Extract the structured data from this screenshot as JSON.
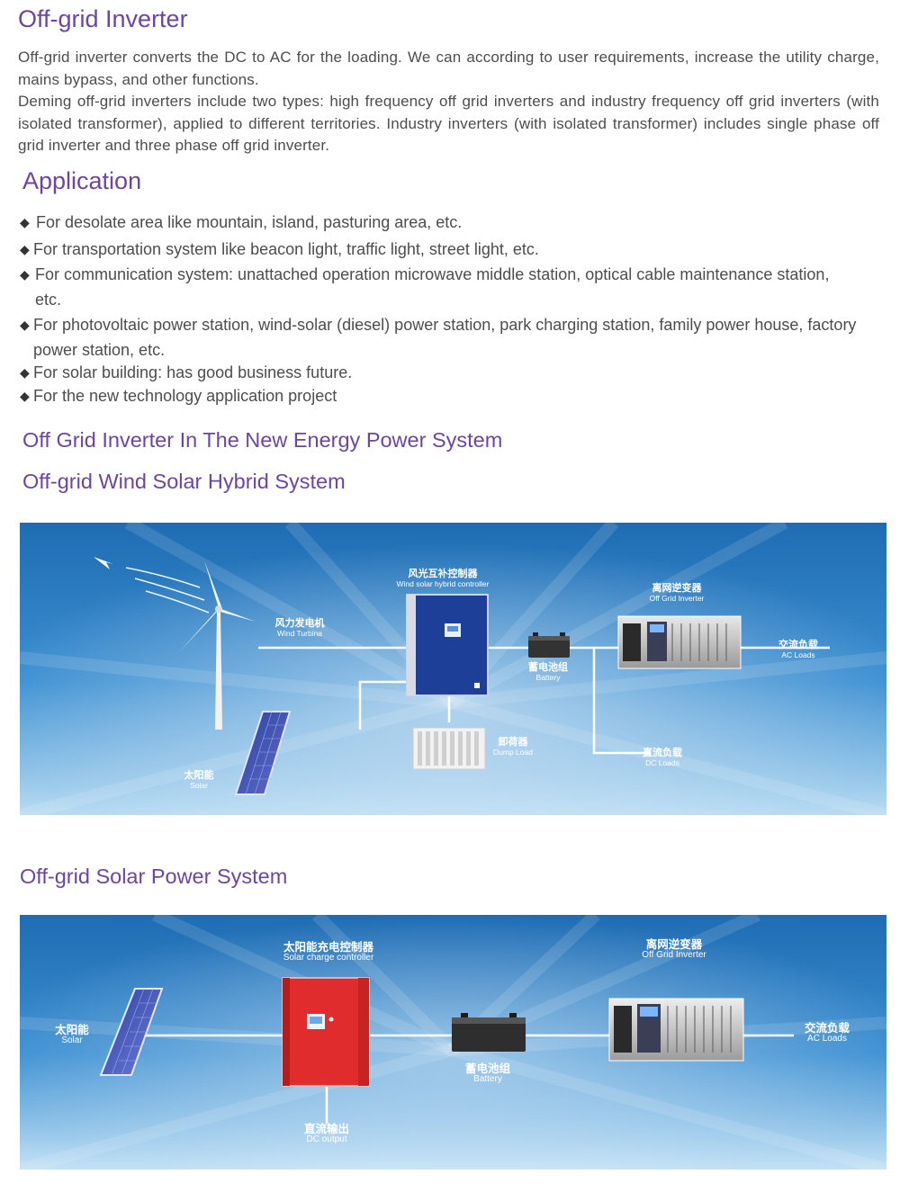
{
  "title": "Off-grid Inverter",
  "intro": [
    "Off-grid inverter converts the DC to AC for the loading. We can according to user requirements, increase the utility charge, mains bypass, and other functions.",
    "Deming off-grid inverters include two types: high frequency off grid inverters and industry frequency off grid inverters (with isolated transformer), applied to different territories. Industry inverters (with isolated transformer) includes single phase off grid inverter and three phase off grid inverter."
  ],
  "application": {
    "heading": "Application",
    "items": [
      "For desolate area like mountain, island, pasturing area, etc.",
      "For transportation system like beacon light, traffic light, street light, etc.",
      "For communication system: unattached operation microwave middle station, optical cable maintenance station, etc.",
      "For photovoltaic power station, wind-solar (diesel) power station, park charging station, family power house, factory power station, etc.",
      "For solar building: has good business future.",
      "For the new technology application project"
    ]
  },
  "section_title": "Off Grid Inverter In The New Energy Power System",
  "hybrid": {
    "title": "Off-grid Wind Solar Hybrid System",
    "labels": {
      "controller": {
        "cn": "风光互补控制器",
        "en": "Wind solar hybrid controller"
      },
      "turbine": {
        "cn": "风力发电机",
        "en": "Wind Turbina"
      },
      "inverter": {
        "cn": "离网逆变器",
        "en": "Off Grid Inverter"
      },
      "ac": {
        "cn": "交流负载",
        "en": "AC Loads"
      },
      "battery": {
        "cn": "蓄电池组",
        "en": "Battery"
      },
      "dump": {
        "cn": "卸荷器",
        "en": "Dump Load"
      },
      "dc": {
        "cn": "直流负载",
        "en": "DC Loads"
      },
      "solar": {
        "cn": "太阳能",
        "en": "Solar"
      }
    }
  },
  "solar_system": {
    "title": "Off-grid Solar Power System",
    "labels": {
      "controller": {
        "cn": "太阳能充电控制器",
        "en": "Solar charge controller"
      },
      "inverter": {
        "cn": "离网逆变器",
        "en": "Off Grid Inverter"
      },
      "solar": {
        "cn": "太阳能",
        "en": "Solar"
      },
      "ac": {
        "cn": "交流负载",
        "en": "AC Loads"
      },
      "battery": {
        "cn": "蓄电池组",
        "en": "Battery"
      },
      "dc": {
        "cn": "直流输出",
        "en": "DC output"
      }
    }
  }
}
